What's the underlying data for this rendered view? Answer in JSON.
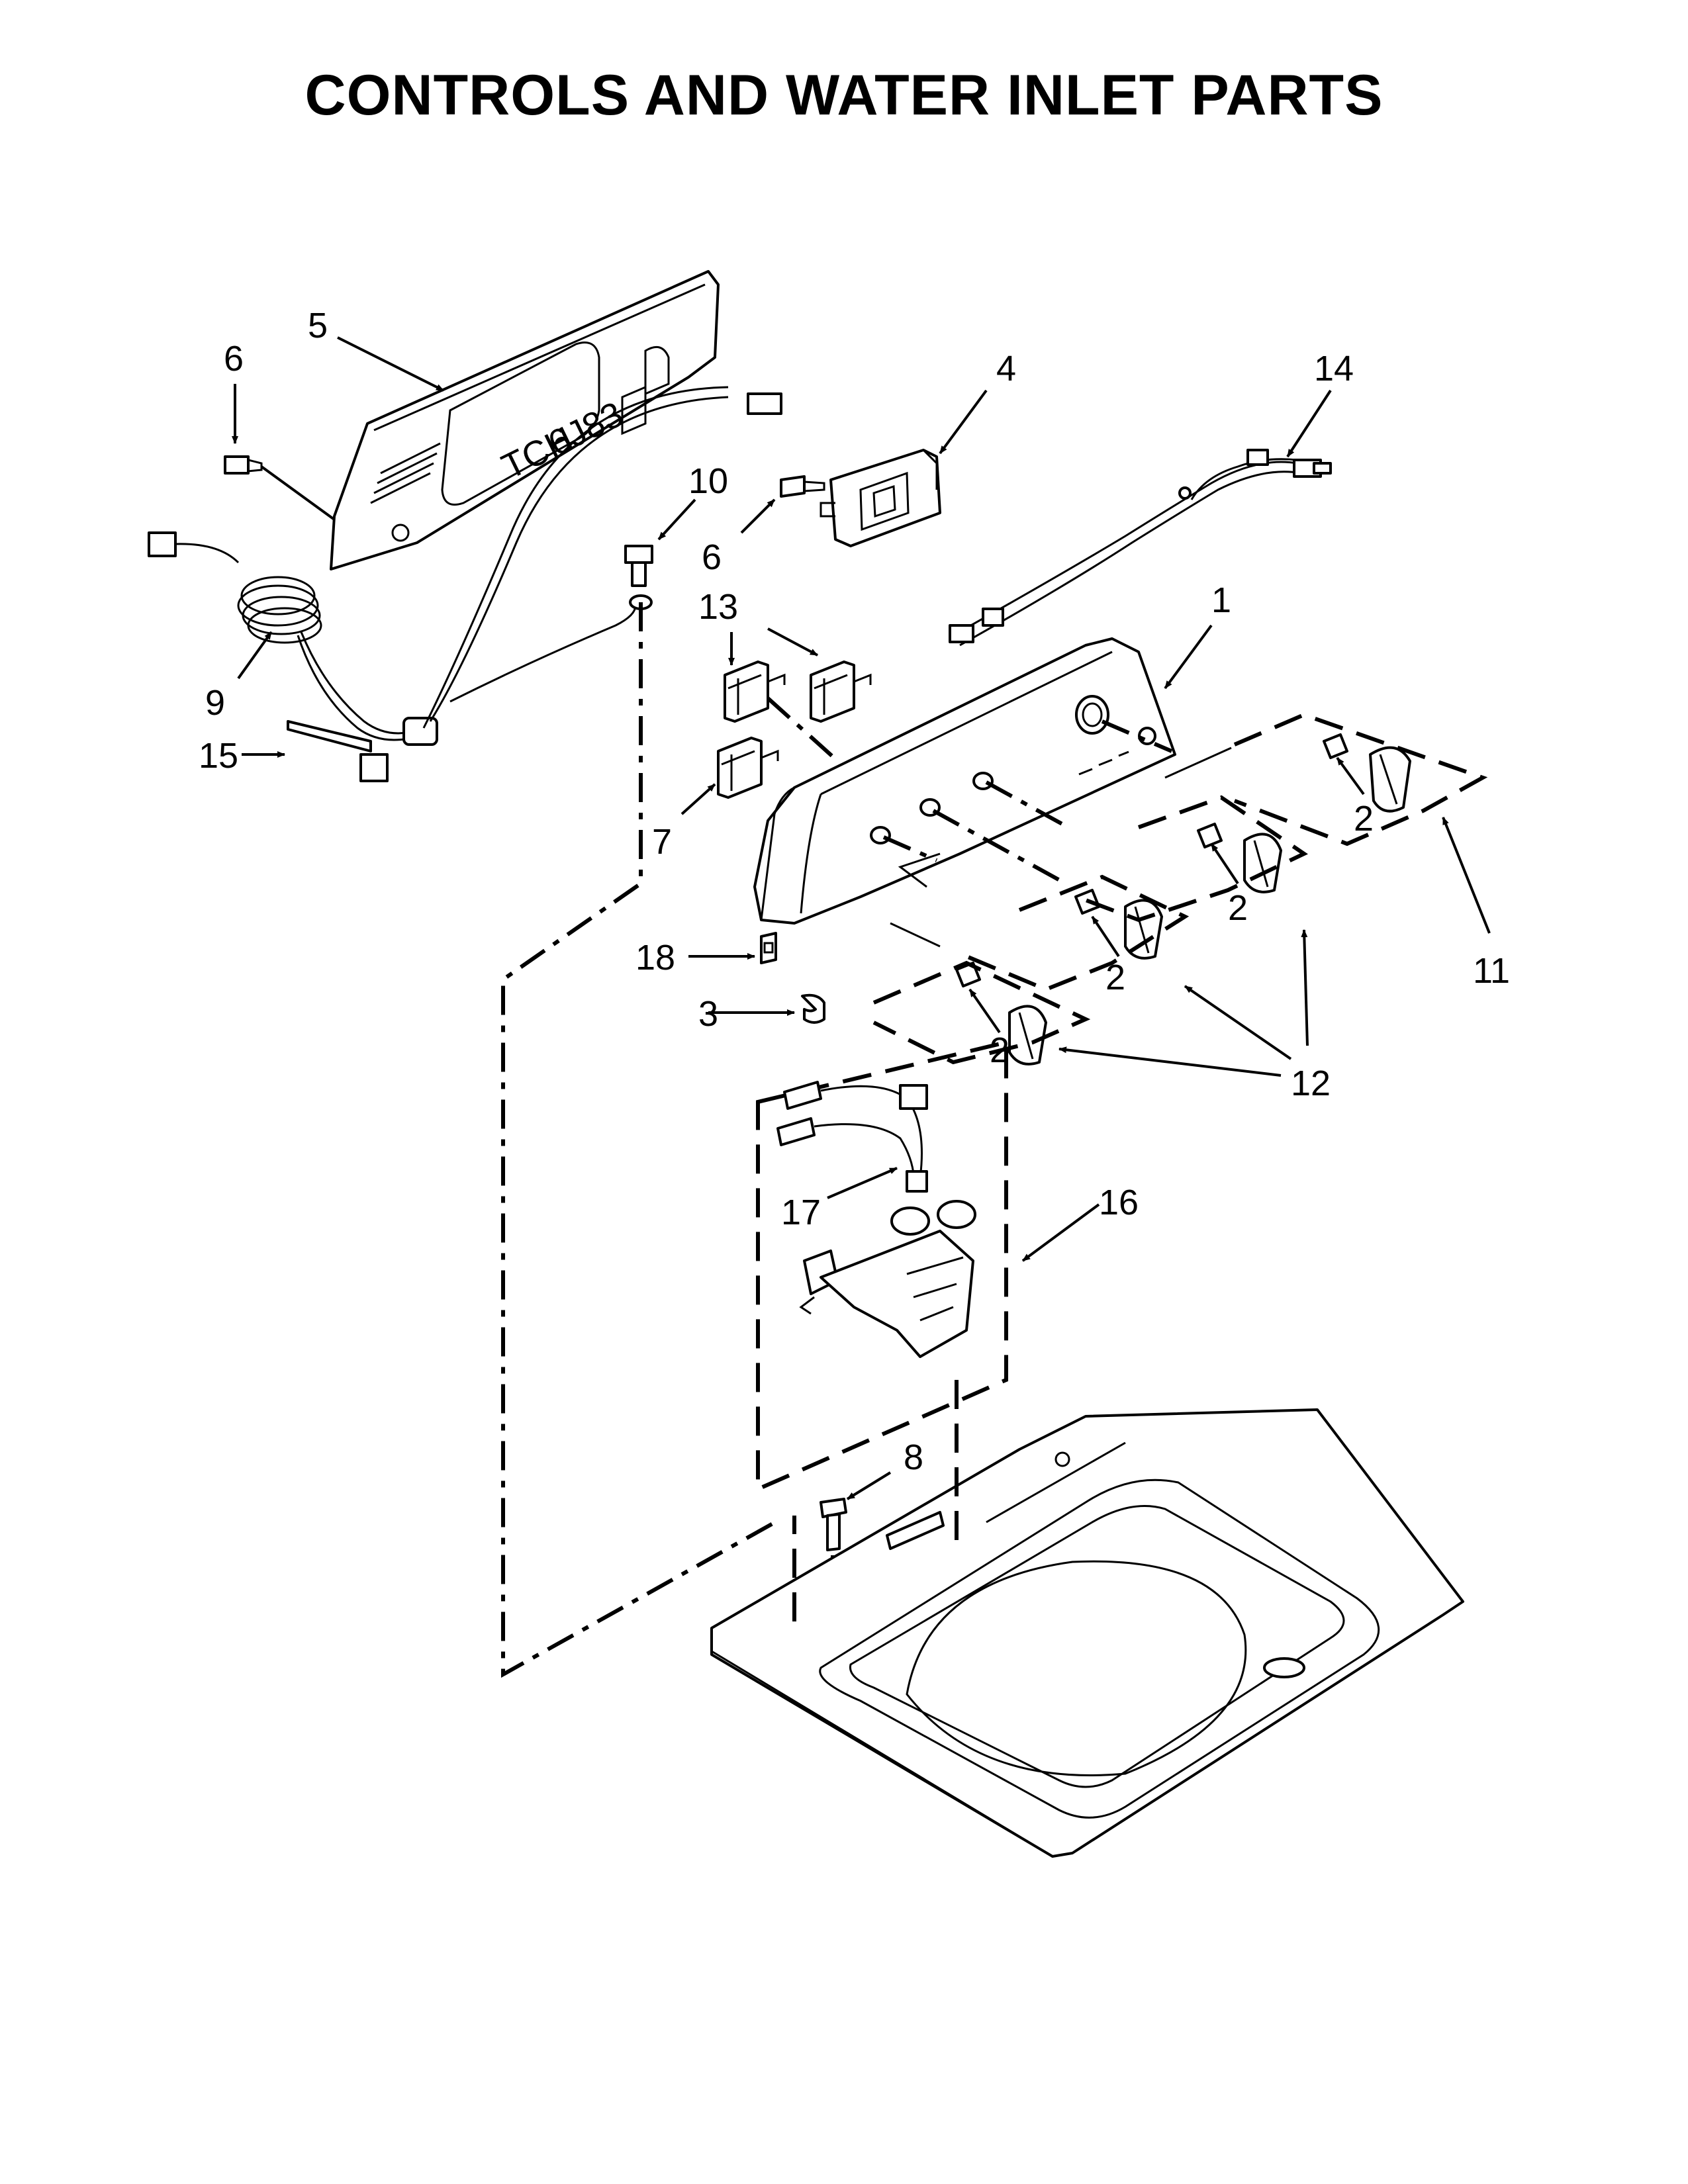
{
  "title": "CONTROLS AND WATER INLET PARTS",
  "callouts": {
    "c1": "1",
    "c2a": "2",
    "c2b": "2",
    "c2c": "2",
    "c2d": "2",
    "c3": "3",
    "c4": "4",
    "c5": "5",
    "c6a": "6",
    "c6b": "6",
    "c7": "7",
    "c8": "8",
    "c9": "9",
    "c10": "10",
    "c11": "11",
    "c12": "12",
    "c13": "13",
    "c14": "14",
    "c15": "15",
    "c16": "16",
    "c17": "17",
    "c18": "18"
  },
  "panel_labels": {
    "left": "TCH",
    "right": "6J83"
  }
}
